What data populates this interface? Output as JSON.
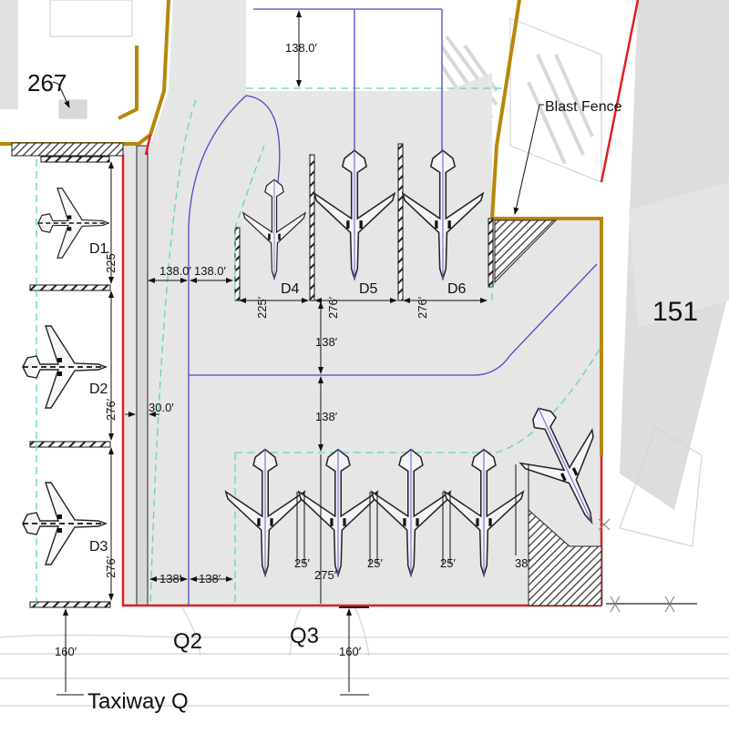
{
  "diagram": {
    "type": "airport apron layout plan",
    "colors": {
      "apron_fill": "#e6e6e6",
      "background": "#ffffff",
      "building_gray": "#dcdcdc",
      "boundary_red": "#e02020",
      "fence_gold": "#b8860b",
      "taxilane_blue": "#4a4ac8",
      "clearance_cyan": "#5fd3c8",
      "hatch": "#333333"
    },
    "labels": {
      "building_267": "267",
      "building_151": "151",
      "blast_fence": "Blast Fence",
      "taxiway": "Taxiway Q",
      "connector_q2": "Q2",
      "connector_q3": "Q3"
    },
    "stands": [
      {
        "id": "D1",
        "depth": "225′"
      },
      {
        "id": "D2",
        "depth": "276′"
      },
      {
        "id": "D3",
        "depth": "276′"
      },
      {
        "id": "D4",
        "depth": "225′"
      },
      {
        "id": "D5",
        "depth": "276′"
      },
      {
        "id": "D6",
        "depth": "276′"
      }
    ],
    "dimensions": {
      "top_lane": "138.0′",
      "left_lane_a": "138.0′",
      "left_lane_b": "138.0′",
      "service_road": "30.0′",
      "center_upper": "138′",
      "center_lower": "138′",
      "bottom_lane_a": "138′",
      "bottom_lane_b": "138′",
      "wing_gap_1": "25′",
      "wing_gap_2": "25′",
      "wing_gap_3": "25′",
      "wing_gap_end": "38′",
      "bottom_row_depth": "275′",
      "taxiway_offset_left": "160′",
      "taxiway_offset_right": "160′"
    }
  }
}
